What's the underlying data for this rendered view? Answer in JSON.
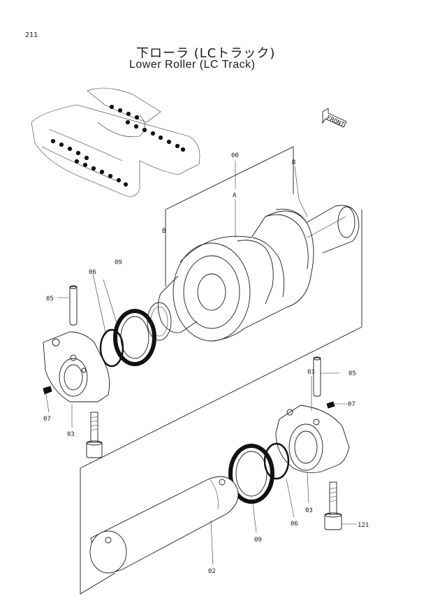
{
  "page_number": "211",
  "title_jp": "下ローラ (LCトラック)",
  "title_en": "Lower Roller (LC Track)",
  "front_marker": "FRONT",
  "labels": {
    "assembly": "00",
    "group_a": "A",
    "group_b_left": "B",
    "group_b_right": "B",
    "shaft": "02",
    "collar_left": "03",
    "collar_right": "03",
    "pin_left": "05",
    "pin_right": "05",
    "oring_left": "06",
    "oring_right": "06",
    "plug_left": "07",
    "plug_right": "07",
    "seal_left": "09",
    "seal_right": "09",
    "bolt": "121"
  }
}
